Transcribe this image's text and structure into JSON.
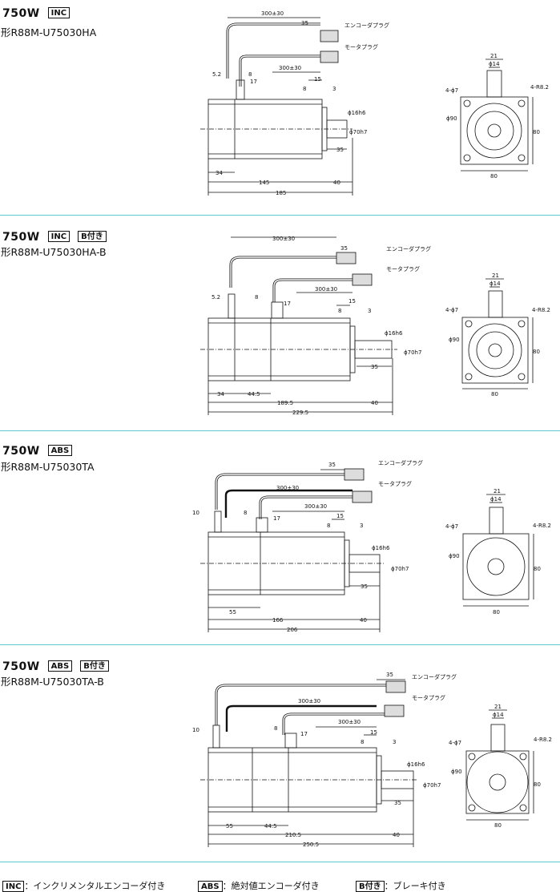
{
  "sections": [
    {
      "power": "750W",
      "badges": [
        "INC"
      ],
      "model": "形R88M-U75030HA",
      "labels": {
        "cable300": "300±30",
        "motor300": "300±30",
        "enc_plug": "エンコーダプラグ",
        "mot_plug": "モータプラグ",
        "d35": "35",
        "d52": "5.2",
        "d8": "8",
        "d17": "17",
        "d15": "15",
        "d8b": "8",
        "d3": "3",
        "shaft": "ϕ16h6",
        "flange": "ϕ70h7",
        "d35b": "35",
        "d34": "34",
        "d145": "145",
        "d40": "40",
        "d185": "185",
        "f21": "21",
        "f14": "ϕ14",
        "f47": "4-ϕ7",
        "fR": "4-R8.2",
        "f90": "ϕ90",
        "f80v": "80",
        "f80h": "80"
      }
    },
    {
      "power": "750W",
      "badges": [
        "INC",
        "B付き"
      ],
      "model": "形R88M-U75030HA-B",
      "labels": {
        "cable300": "300±30",
        "motor300": "300±30",
        "enc_plug": "エンコーダプラグ",
        "mot_plug": "モータプラグ",
        "d35": "35",
        "d52": "5.2",
        "d8": "8",
        "d17": "17",
        "d15": "15",
        "d8b": "8",
        "d3": "3",
        "shaft": "ϕ16h6",
        "flange": "ϕ70h7",
        "d35b": "35",
        "d34": "34",
        "d445": "44.5",
        "d1895": "189.5",
        "d40": "40",
        "d2295": "229.5",
        "f21": "21",
        "f14": "ϕ14",
        "f47": "4-ϕ7",
        "fR": "4-R8.2",
        "f90": "ϕ90",
        "f80v": "80",
        "f80h": "80"
      }
    },
    {
      "power": "750W",
      "badges": [
        "ABS"
      ],
      "model": "形R88M-U75030TA",
      "labels": {
        "cable300": "300±30",
        "motor300": "300±30",
        "enc_plug": "エンコーダプラグ",
        "mot_plug": "モータプラグ",
        "d35": "35",
        "d10": "10",
        "d8": "8",
        "d17": "17",
        "d15": "15",
        "d8b": "8",
        "d3": "3",
        "shaft": "ϕ16h6",
        "flange": "ϕ70h7",
        "d35b": "35",
        "d55": "55",
        "d166": "166",
        "d40": "40",
        "d206": "206",
        "f21": "21",
        "f14": "ϕ14",
        "f47": "4-ϕ7",
        "fR": "4-R8.2",
        "f90": "ϕ90",
        "f80v": "80",
        "f80h": "80"
      }
    },
    {
      "power": "750W",
      "badges": [
        "ABS",
        "B付き"
      ],
      "model": "形R88M-U75030TA-B",
      "labels": {
        "cable300": "300±30",
        "motor300": "300±30",
        "enc_plug": "エンコーダプラグ",
        "mot_plug": "モータプラグ",
        "d35": "35",
        "d10": "10",
        "d8": "8",
        "d17": "17",
        "d15": "15",
        "d8b": "8",
        "d3": "3",
        "shaft": "ϕ16h6",
        "flange": "ϕ70h7",
        "d35b": "35",
        "d55": "55",
        "d445": "44.5",
        "d2105": "210.5",
        "d40": "40",
        "d2505": "250.5",
        "f21": "21",
        "f14": "ϕ14",
        "f47": "4-ϕ7",
        "fR": "4-R8.2",
        "f90": "ϕ90",
        "f80v": "80",
        "f80h": "80"
      }
    }
  ],
  "legend": [
    {
      "badge": "INC",
      "text": "：インクリメンタルエンコーダ付き"
    },
    {
      "badge": "ABS",
      "text": "：絶対値エンコーダ付き"
    },
    {
      "badge": "B付き",
      "text": "：ブレーキ付き"
    }
  ]
}
